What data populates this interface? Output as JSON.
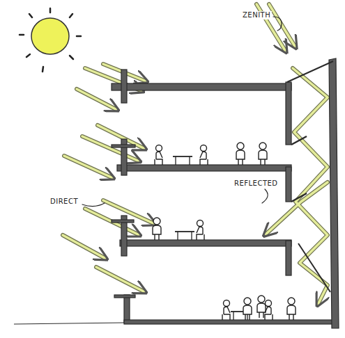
{
  "diagram": {
    "labels": [
      "ZENITH",
      "DIRECT",
      "REFLECTED"
    ]
  }
}
